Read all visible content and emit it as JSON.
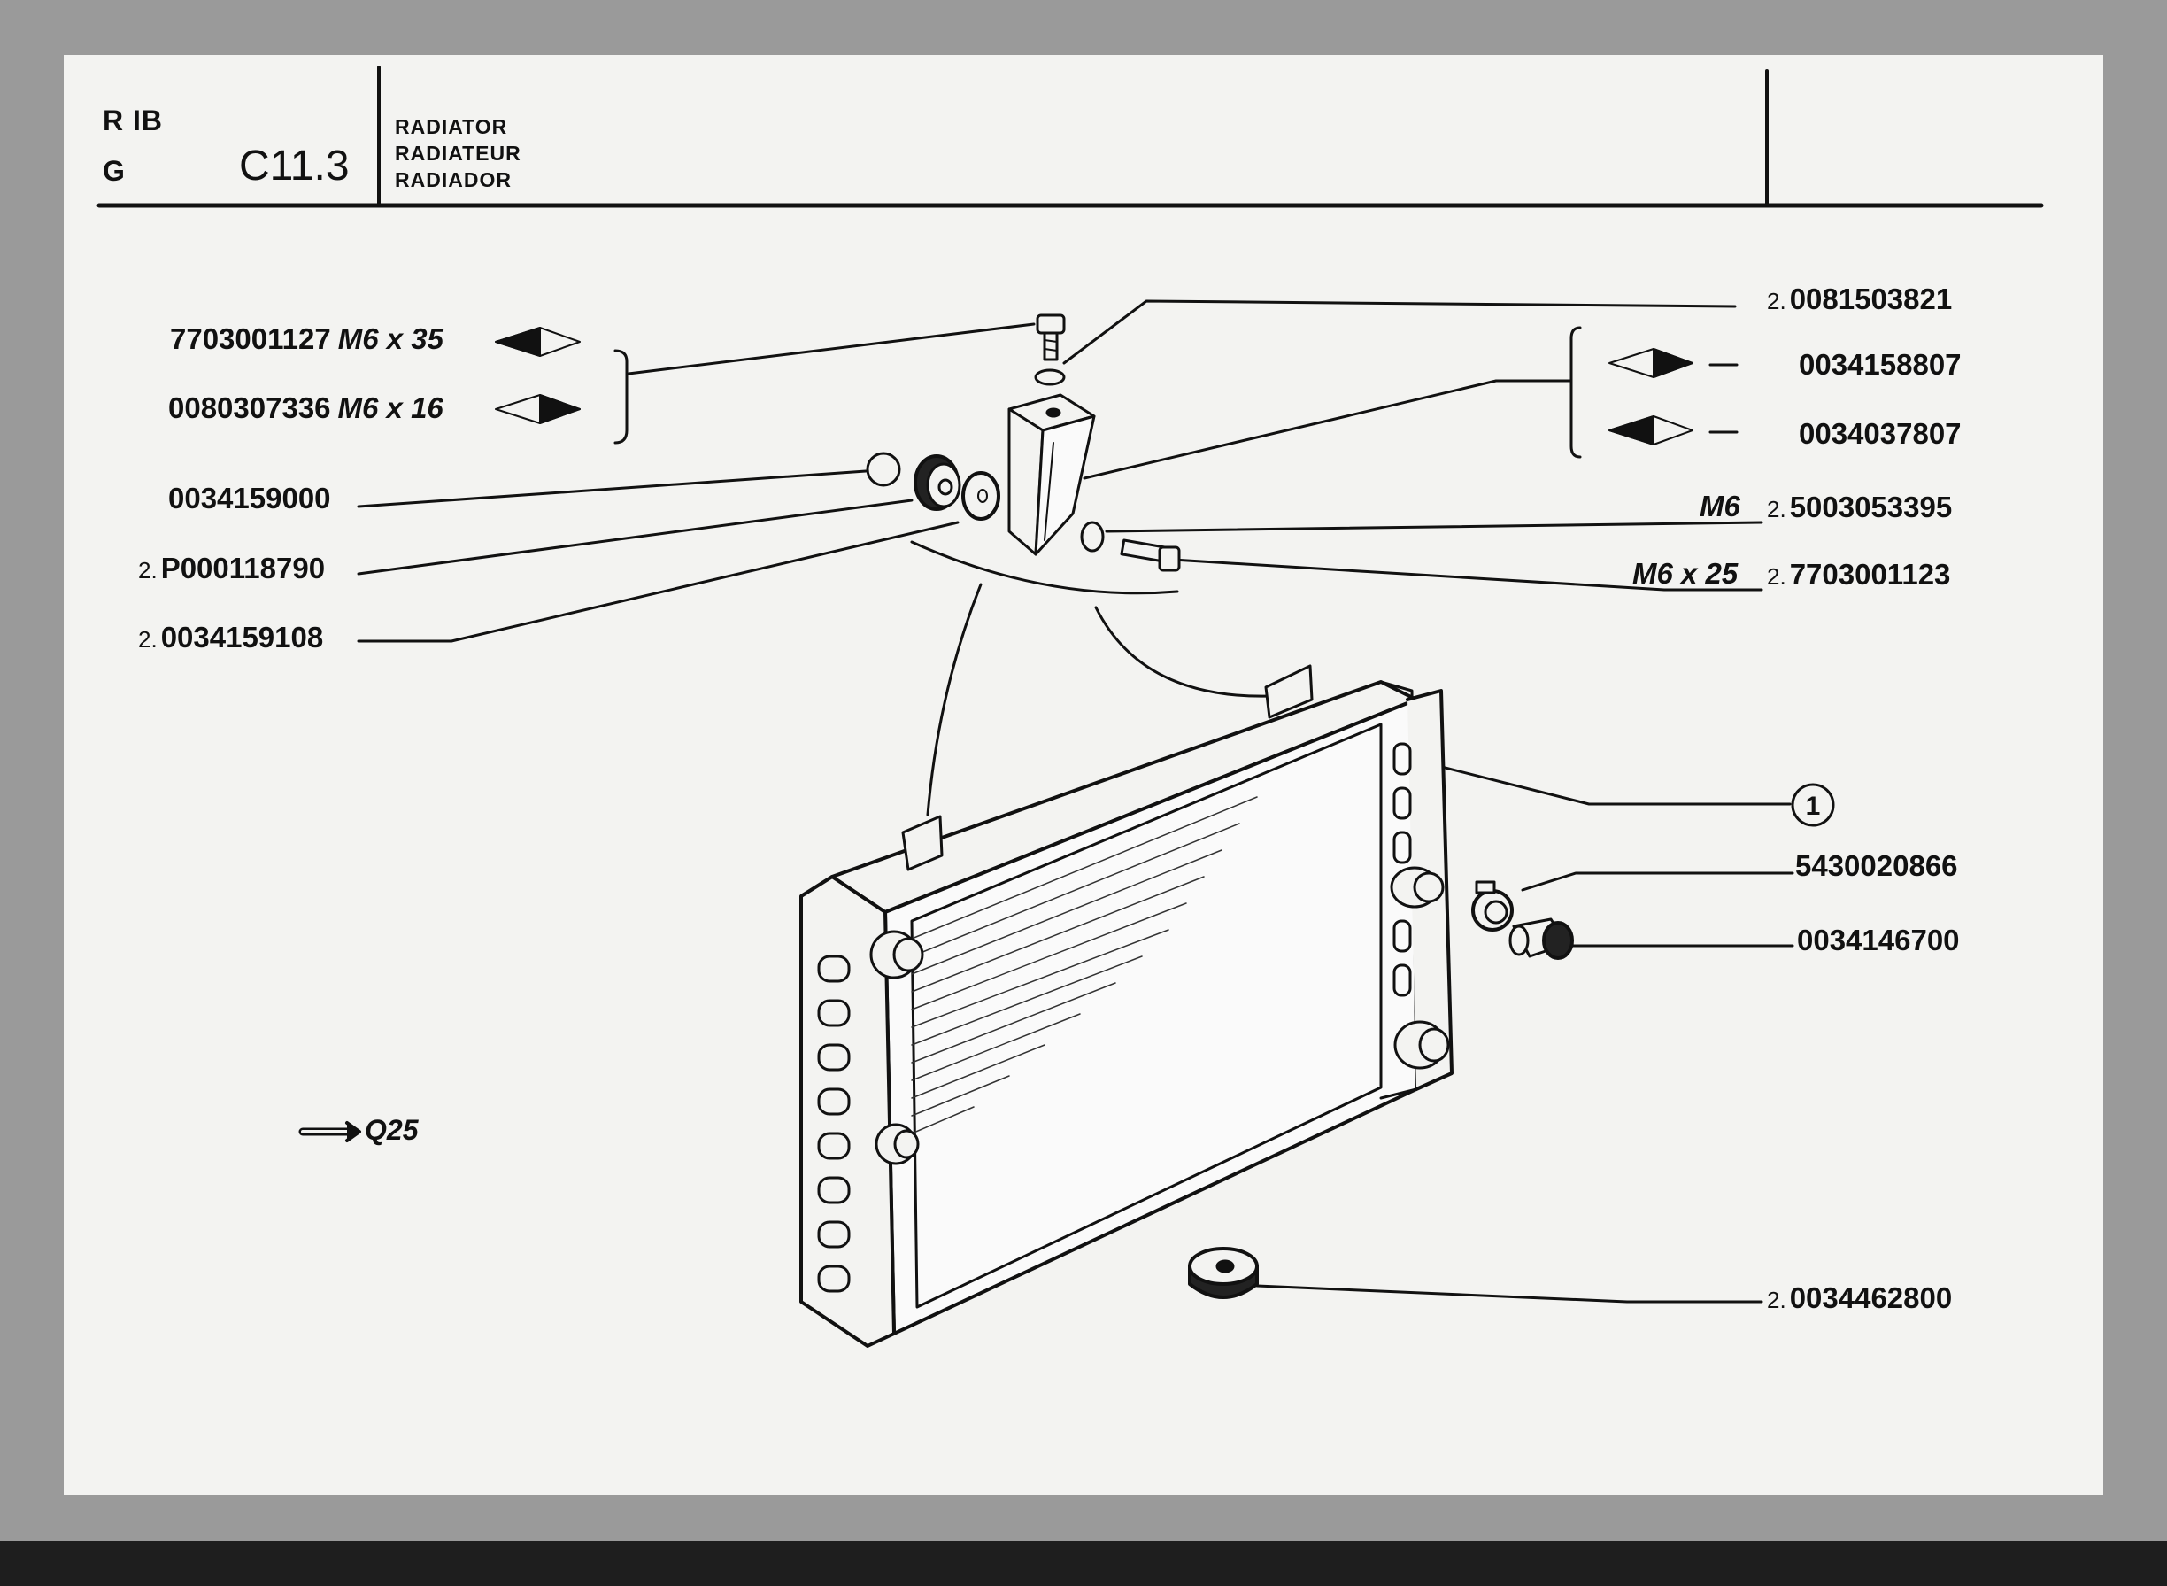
{
  "header": {
    "model_code_1": "R IB",
    "model_code_2": "G",
    "page_code": "C11.3",
    "title_en": "RADIATOR",
    "title_fr": "RADIATEUR",
    "title_es": "RADIADOR"
  },
  "parts_left": [
    {
      "prefix": "",
      "number": "7703001127",
      "spec": "M6 x 35"
    },
    {
      "prefix": "",
      "number": "0080307336",
      "spec": "M6 x 16"
    },
    {
      "prefix": "",
      "number": "0034159000",
      "spec": ""
    },
    {
      "prefix": "2.",
      "number": "P000118790",
      "spec": ""
    },
    {
      "prefix": "2.",
      "number": "0034159108",
      "spec": ""
    }
  ],
  "parts_right": [
    {
      "prefix": "2.",
      "number": "0081503821",
      "spec": ""
    },
    {
      "prefix": "",
      "number": "0034158807",
      "spec": ""
    },
    {
      "prefix": "",
      "number": "0034037807",
      "spec": ""
    },
    {
      "prefix": "2.",
      "number": "5003053395",
      "spec": "M6"
    },
    {
      "prefix": "2.",
      "number": "7703001123",
      "spec": "M6 x 25"
    },
    {
      "prefix": "",
      "number": "5430020866",
      "spec": ""
    },
    {
      "prefix": "",
      "number": "0034146700",
      "spec": ""
    },
    {
      "prefix": "2.",
      "number": "0034462800",
      "spec": ""
    }
  ],
  "callout_number": "1",
  "cross_reference": "Q25",
  "colors": {
    "ink": "#111111",
    "paper": "#f3f3f1",
    "background": "#9c9c9c"
  }
}
